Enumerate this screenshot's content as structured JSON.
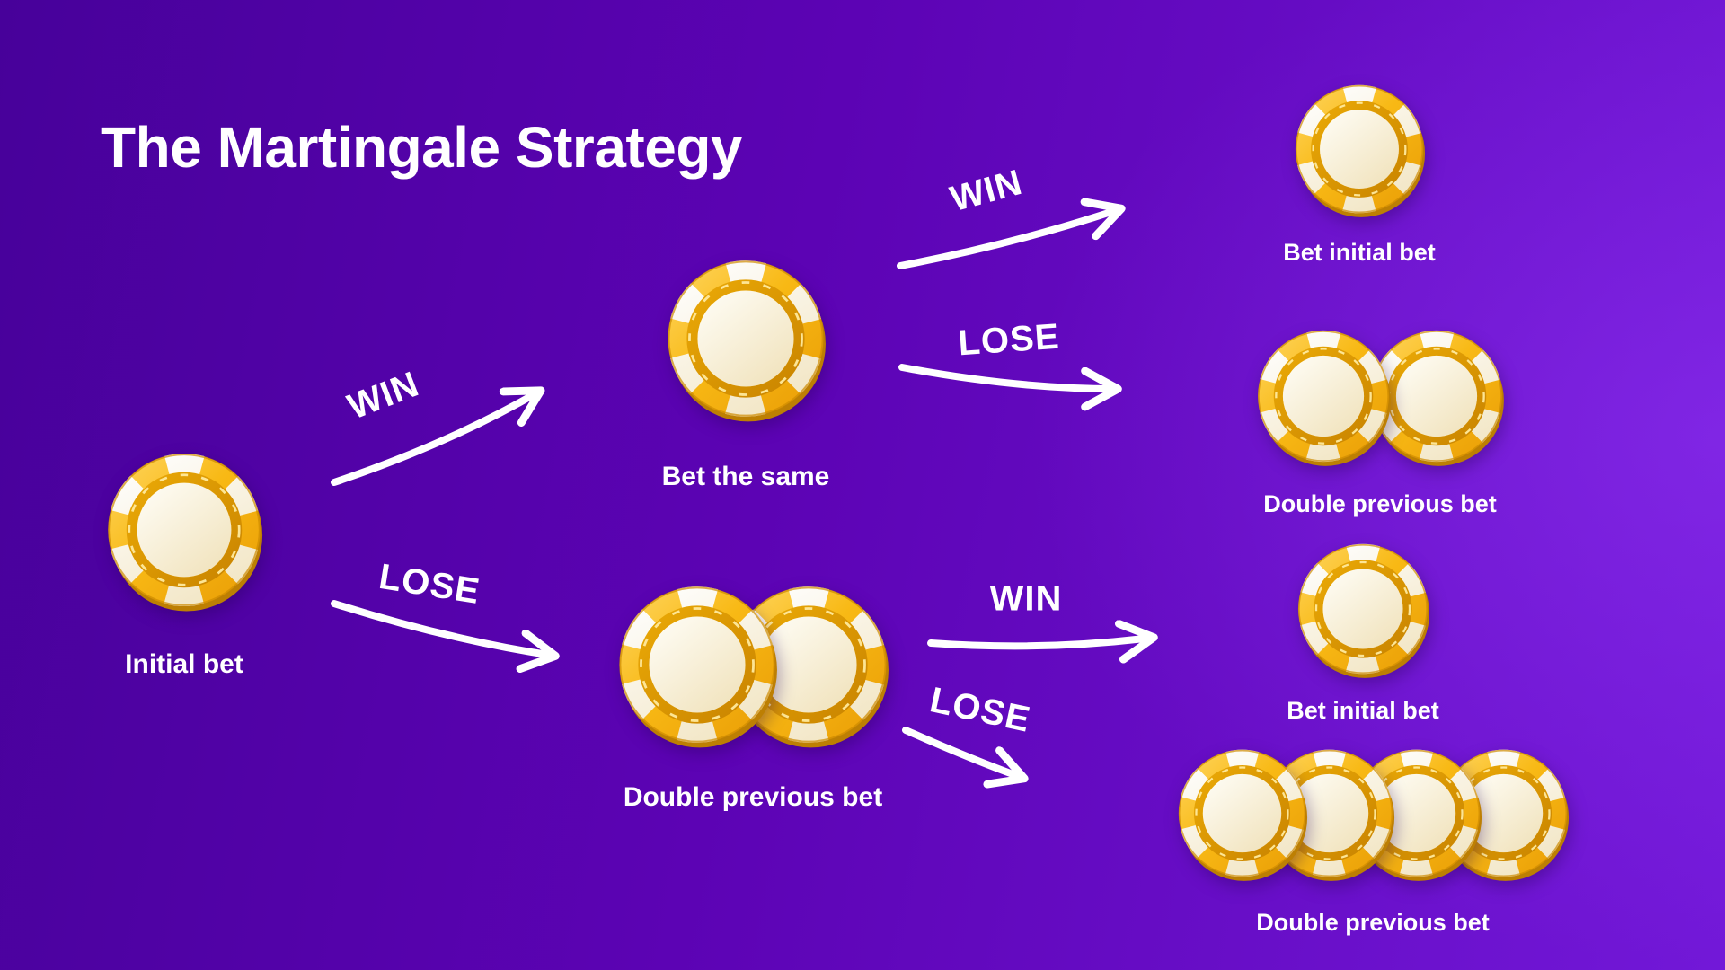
{
  "title": "The Martingale Strategy",
  "nodes": [
    {
      "id": "initial-bet",
      "label": "Initial bet",
      "chips": 1
    },
    {
      "id": "bet-the-same",
      "label": "Bet the same",
      "chips": 1
    },
    {
      "id": "double-previous-bet-mid",
      "label": "Double previous bet",
      "chips": 2
    },
    {
      "id": "bet-initial-bet-top",
      "label": "Bet initial bet",
      "chips": 1
    },
    {
      "id": "double-previous-bet-right",
      "label": "Double previous bet",
      "chips": 2
    },
    {
      "id": "bet-initial-bet-bottom",
      "label": "Bet initial bet",
      "chips": 1
    },
    {
      "id": "double-previous-bet-bottom",
      "label": "Double previous bet",
      "chips": 4
    }
  ],
  "edges": [
    {
      "from": "initial-bet",
      "to": "bet-the-same",
      "label": "WIN"
    },
    {
      "from": "initial-bet",
      "to": "double-previous-bet-mid",
      "label": "LOSE"
    },
    {
      "from": "bet-the-same",
      "to": "bet-initial-bet-top",
      "label": "WIN"
    },
    {
      "from": "bet-the-same",
      "to": "double-previous-bet-right",
      "label": "LOSE"
    },
    {
      "from": "double-previous-bet-mid",
      "to": "bet-initial-bet-bottom",
      "label": "WIN"
    },
    {
      "from": "double-previous-bet-mid",
      "to": "double-previous-bet-bottom",
      "label": "LOSE"
    }
  ],
  "colors": {
    "background_start": "#47019a",
    "background_mid": "#5c03b4",
    "background_end": "#7218d8",
    "text": "#ffffff",
    "arrow": "#ffffff",
    "chip_gold": "#f8b915",
    "chip_cream": "#fbf3dc"
  }
}
